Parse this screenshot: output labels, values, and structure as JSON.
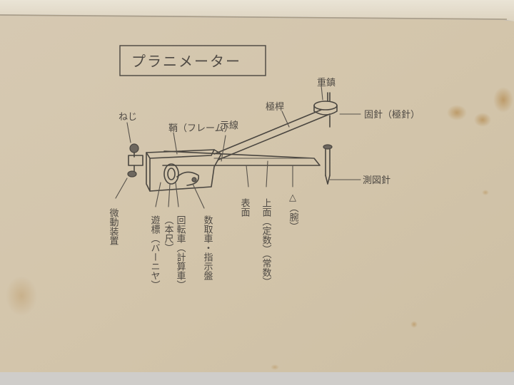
{
  "diagram": {
    "title": "プラニメーター",
    "labels": {
      "weight": "重鎮",
      "pole_arm": "極桿",
      "pole_needle": "固針（極針）",
      "screw": "ねじ",
      "frame": "鞘（フレーム）",
      "index": "示線",
      "fine_adjust": "微動装置",
      "vernier": "遊標（バーニヤ）",
      "main_scale": "（本尺）",
      "measuring_wheel": "回転車（計算車）",
      "dial": "数取車・指示盤",
      "surface": "表面",
      "upper_surface": "上面（定数）（常数）",
      "arm": "△（腕）",
      "tracer": "測図針"
    }
  }
}
